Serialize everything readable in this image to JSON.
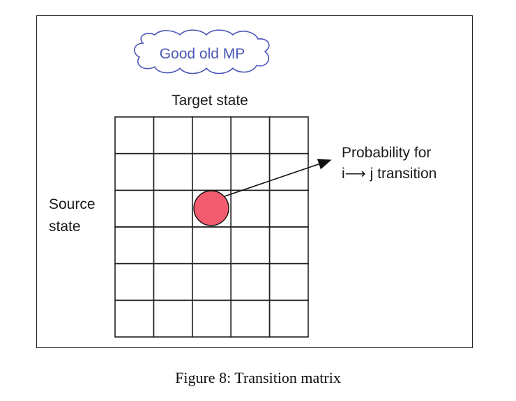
{
  "cloud_label": "Good old MP",
  "target_label": "Target state",
  "source_label_line1": "Source",
  "source_label_line2": "state",
  "probability_line1": "Probability for",
  "probability_line2": "i⟶ j transition",
  "caption": "Figure 8: Transition matrix",
  "matrix": {
    "rows": 6,
    "cols": 5,
    "highlight_row": 3,
    "highlight_col": 3
  },
  "colors": {
    "cloud": "#4b57b5",
    "highlight": "#f25c6e"
  }
}
